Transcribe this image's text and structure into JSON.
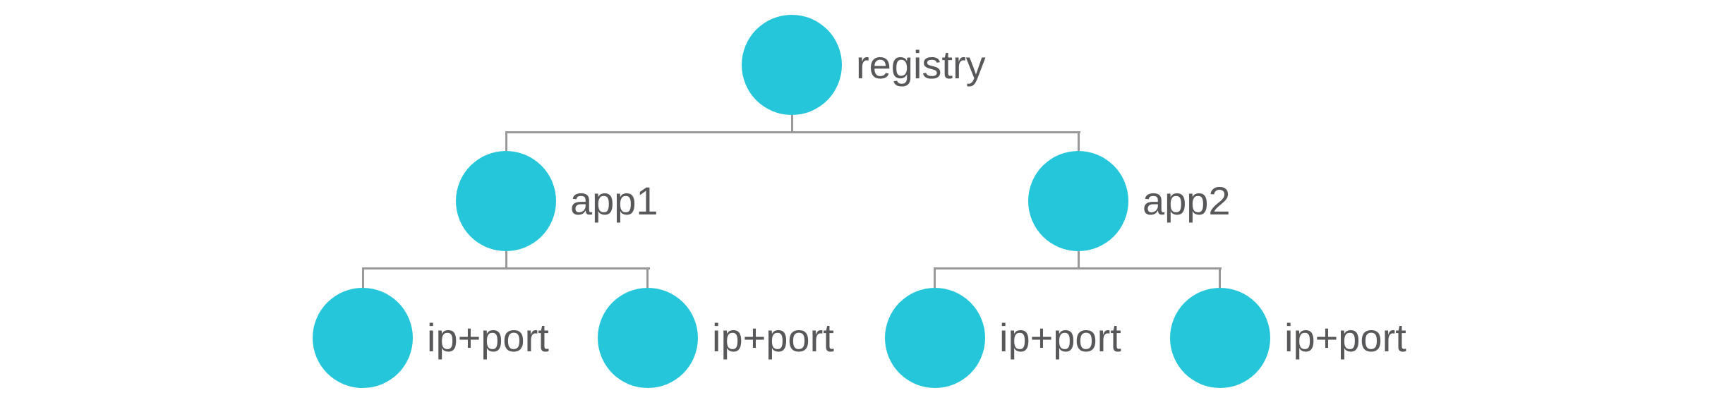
{
  "diagram": {
    "type": "tree",
    "description": "service registry topology tree",
    "colors": {
      "node_fill": "#26C6DA",
      "label_text": "#58585B",
      "connector": "#97999B",
      "background": "#FFFFFF"
    },
    "nodes": {
      "registry": {
        "label": "registry"
      },
      "app1": {
        "label": "app1"
      },
      "app2": {
        "label": "app2"
      },
      "ip1": {
        "label": "ip+port"
      },
      "ip2": {
        "label": "ip+port"
      },
      "ip3": {
        "label": "ip+port"
      },
      "ip4": {
        "label": "ip+port"
      }
    },
    "edges": [
      {
        "from": "registry",
        "to": "app1"
      },
      {
        "from": "registry",
        "to": "app2"
      },
      {
        "from": "app1",
        "to": "ip1"
      },
      {
        "from": "app1",
        "to": "ip2"
      },
      {
        "from": "app2",
        "to": "ip3"
      },
      {
        "from": "app2",
        "to": "ip4"
      }
    ]
  }
}
